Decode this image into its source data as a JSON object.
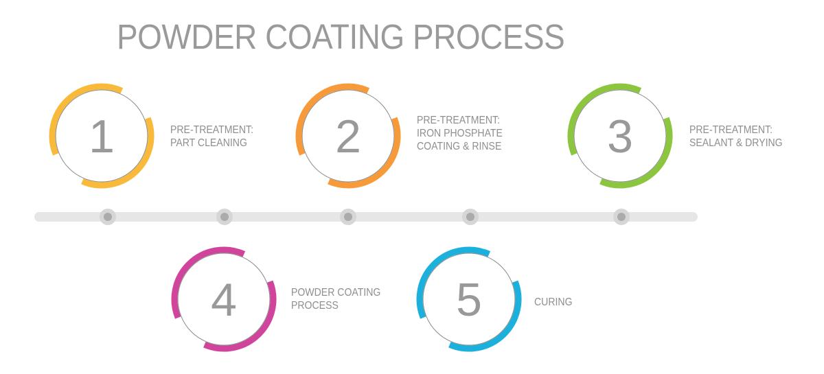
{
  "title": "POWDER COATING PROCESS",
  "steps": [
    {
      "number": "1",
      "color": "#f9b93a",
      "lines": [
        "PRE-TREATMENT:",
        "PART CLEANING"
      ]
    },
    {
      "number": "2",
      "color": "#f79a3a",
      "lines": [
        "PRE-TREATMENT:",
        "IRON PHOSPHATE",
        "COATING & RINSE"
      ]
    },
    {
      "number": "3",
      "color": "#8cc63f",
      "lines": [
        "PRE-TREATMENT:",
        "SEALANT & DRYING"
      ]
    },
    {
      "number": "4",
      "color": "#d0449c",
      "lines": [
        "POWDER COATING",
        "PROCESS"
      ]
    },
    {
      "number": "5",
      "color": "#1cb0dc",
      "lines": [
        "CURING"
      ]
    }
  ],
  "timeline": {
    "dot_count": 5
  }
}
